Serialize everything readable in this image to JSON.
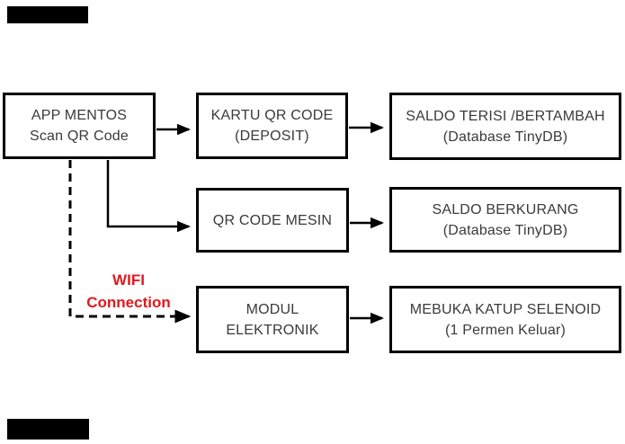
{
  "figure": {
    "type": "flow-diagram",
    "nodes": [
      {
        "name": "app-mentos",
        "lines": [
          "APP MENTOS",
          "Scan QR Code"
        ]
      },
      {
        "name": "kartu-qr-code",
        "lines": [
          "KARTU QR CODE",
          "(DEPOSIT)"
        ]
      },
      {
        "name": "saldo-terisi",
        "lines": [
          "SALDO TERISI /BERTAMBAH",
          "(Database TinyDB)"
        ]
      },
      {
        "name": "qr-code-mesin",
        "lines": [
          "QR CODE MESIN"
        ]
      },
      {
        "name": "saldo-berkurang",
        "lines": [
          "SALDO BERKURANG",
          "(Database TinyDB)"
        ]
      },
      {
        "name": "modul-elektronik",
        "lines": [
          "MODUL",
          "ELEKTRONIK"
        ]
      },
      {
        "name": "mebuka-katup-selenoid",
        "lines": [
          "MEBUKA KATUP SELENOID",
          "(1 Permen Keluar)"
        ]
      }
    ],
    "edge_label": {
      "lines": [
        "WIFI",
        "Connection"
      ]
    },
    "edges": [
      {
        "from": "app-mentos",
        "to": "kartu-qr-code",
        "style": "solid"
      },
      {
        "from": "kartu-qr-code",
        "to": "saldo-terisi",
        "style": "solid"
      },
      {
        "from": "app-mentos",
        "to": "qr-code-mesin",
        "style": "solid-elbow"
      },
      {
        "from": "qr-code-mesin",
        "to": "saldo-berkurang",
        "style": "solid"
      },
      {
        "from": "app-mentos",
        "to": "modul-elektronik",
        "style": "dashed-elbow",
        "label": "WIFI Connection"
      },
      {
        "from": "modul-elektronik",
        "to": "mebuka-katup-selenoid",
        "style": "solid"
      }
    ],
    "redactions": [
      "top-left",
      "bottom-left"
    ],
    "colors": {
      "background": "#ffffff",
      "box_border": "#000000",
      "box_text": "#3a3a3a",
      "line": "#000000",
      "label_red": "#e0191d",
      "redaction": "#000000"
    }
  }
}
